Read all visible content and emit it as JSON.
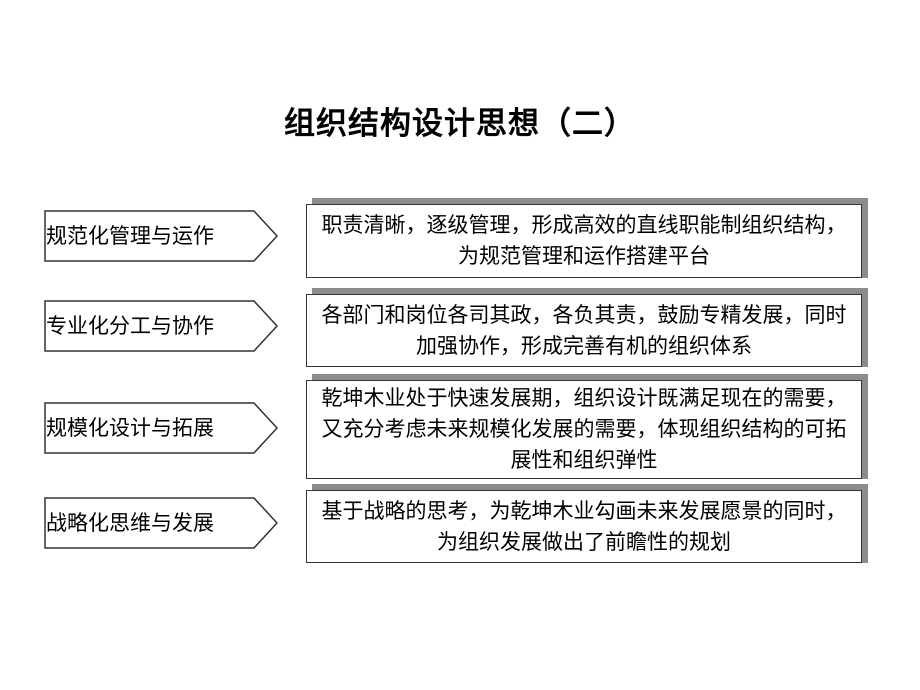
{
  "title": "组织结构设计思想（二）",
  "rows": [
    {
      "label": "规范化管理与运作",
      "description": "职责清晰，逐级管理，形成高效的直线职能制组织结构，为规范管理和运作搭建平台"
    },
    {
      "label": "专业化分工与协作",
      "description": "各部门和岗位各司其政，各负其责，鼓励专精发展，同时加强协作，形成完善有机的组织体系"
    },
    {
      "label": "规模化设计与拓展",
      "description": "乾坤木业处于快速发展期，组织设计既满足现在的需要，又充分考虑未来规模化发展的需要，体现组织结构的可拓展性和组织弹性"
    },
    {
      "label": "战略化思维与发展",
      "description": "基于战略的思考，为乾坤木业勾画未来发展愿景的同时，为组织发展做出了前瞻性的规划"
    }
  ],
  "colors": {
    "text": "#000000",
    "border": "#333333",
    "shadow": "#8c8c8c",
    "background": "#ffffff"
  }
}
